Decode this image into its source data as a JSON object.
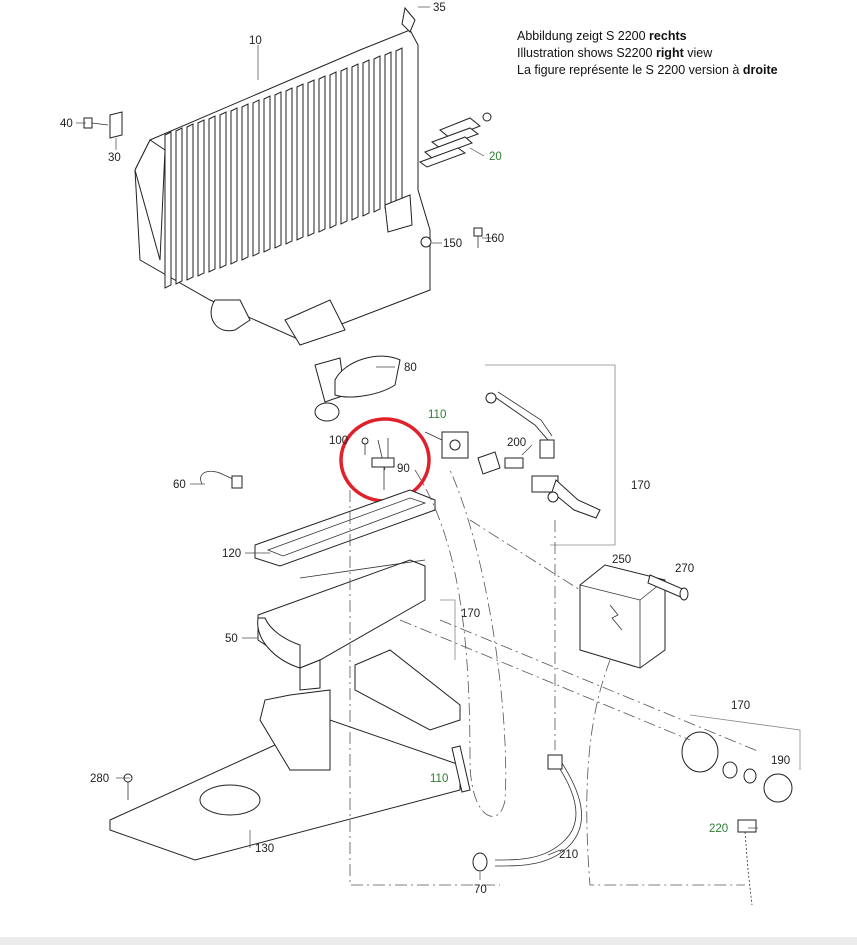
{
  "caption": {
    "line1_prefix": "Abbildung zeigt S 2200 ",
    "line1_bold": "rechts",
    "line2_prefix": "Illustration shows S2200 ",
    "line2_bold": "right",
    "line2_suffix": " view",
    "line3_prefix": "La figure représente le S 2200 version à ",
    "line3_bold": "droite"
  },
  "part_labels": {
    "p10": "10",
    "p20": "20",
    "p30": "30",
    "p35": "35",
    "p40": "40",
    "p50": "50",
    "p60": "60",
    "p70": "70",
    "p80": "80",
    "p90": "90",
    "p100": "100",
    "p110a": "110",
    "p110b": "110",
    "p120": "120",
    "p130": "130",
    "p150": "150",
    "p160": "160",
    "p170a": "170",
    "p170b": "170",
    "p170c": "170",
    "p190": "190",
    "p200": "200",
    "p210": "210",
    "p220": "220",
    "p250": "250",
    "p270": "270",
    "p280": "280"
  },
  "colors": {
    "highlight": "#e0202a",
    "green_label": "#2e7d32",
    "line": "#222222"
  }
}
